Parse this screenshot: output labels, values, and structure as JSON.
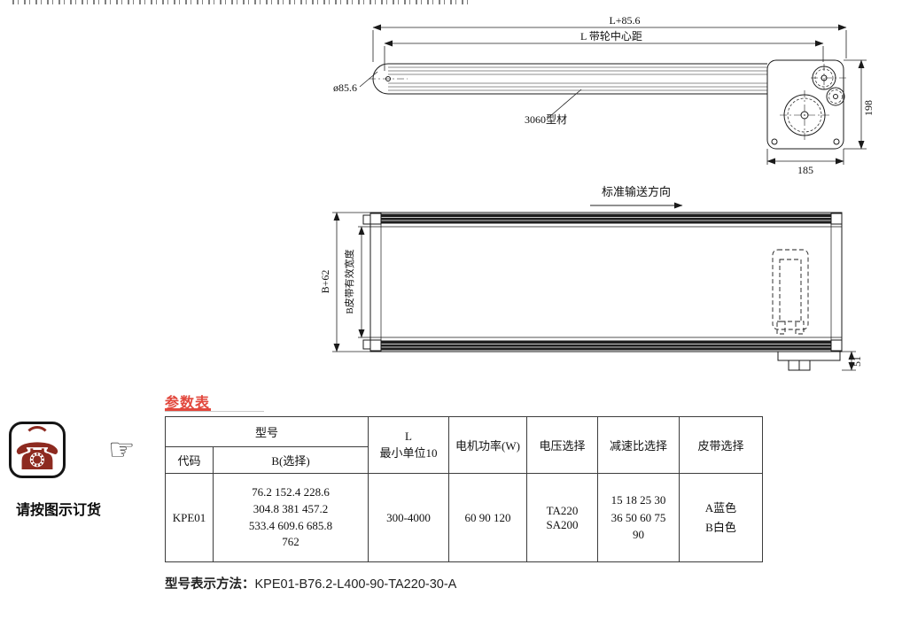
{
  "side_view": {
    "dim_overall": "L+85.6",
    "dim_pulley_center": "L 带轮中心距",
    "pulley_diameter": "ø85.6",
    "profile_label": "3060型材",
    "dim_height": "198",
    "dim_drive_width": "185"
  },
  "plan_view": {
    "direction_label": "标准输送方向",
    "dim_overall_width": "B+62",
    "belt_width_label": "B皮带有效宽度",
    "dim_shaft": "51"
  },
  "order_note": {
    "phone_icon": "☎",
    "hand_icon": "☞",
    "caption": "请按图示订货"
  },
  "params": {
    "title": "参数表",
    "header": {
      "model_group": "型号",
      "code": "代码",
      "b_select": "B(选择)",
      "l_top": "L",
      "l_bottom": "最小单位10",
      "motor_power": "电机功率(W)",
      "voltage": "电压选择",
      "ratio": "减速比选择",
      "belt": "皮带选择"
    },
    "row": {
      "code": "KPE01",
      "b_values": "76.2 152.4 228.6\n304.8 381 457.2\n533.4 609.6 685.8\n762",
      "l_range": "300-4000",
      "motor_power": "60 90 120",
      "voltage": "TA220\nSA200",
      "ratio": "15 18 25 30\n36 50 60 75\n90",
      "belt": "A蓝色\nB白色"
    },
    "model_note_label": "型号表示方法：",
    "model_note_value": "KPE01-B76.2-L400-90-TA220-30-A"
  }
}
